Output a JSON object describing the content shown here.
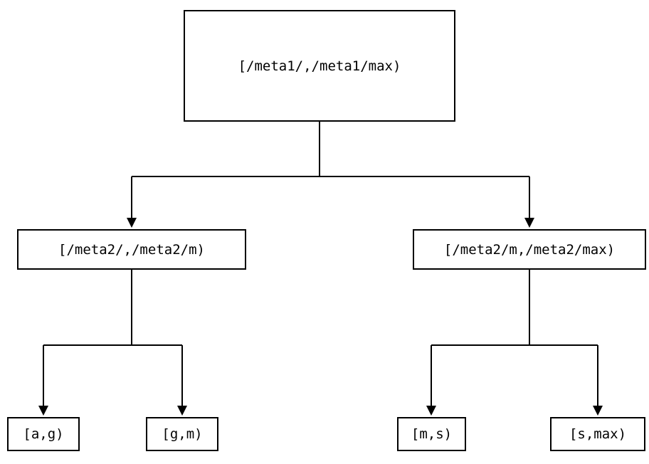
{
  "diagram": {
    "root": {
      "label": "[/meta1/,/meta1/max)"
    },
    "level2": {
      "left": {
        "label": "[/meta2/,/meta2/m)"
      },
      "right": {
        "label": "[/meta2/m,/meta2/max)"
      }
    },
    "leaves": {
      "ag": {
        "label": "[a,g)"
      },
      "gm": {
        "label": "[g,m)"
      },
      "ms": {
        "label": "[m,s)"
      },
      "smax": {
        "label": "[s,max)"
      }
    },
    "colors": {
      "line": "#000000",
      "box_border": "#000000",
      "background": "#ffffff"
    }
  }
}
